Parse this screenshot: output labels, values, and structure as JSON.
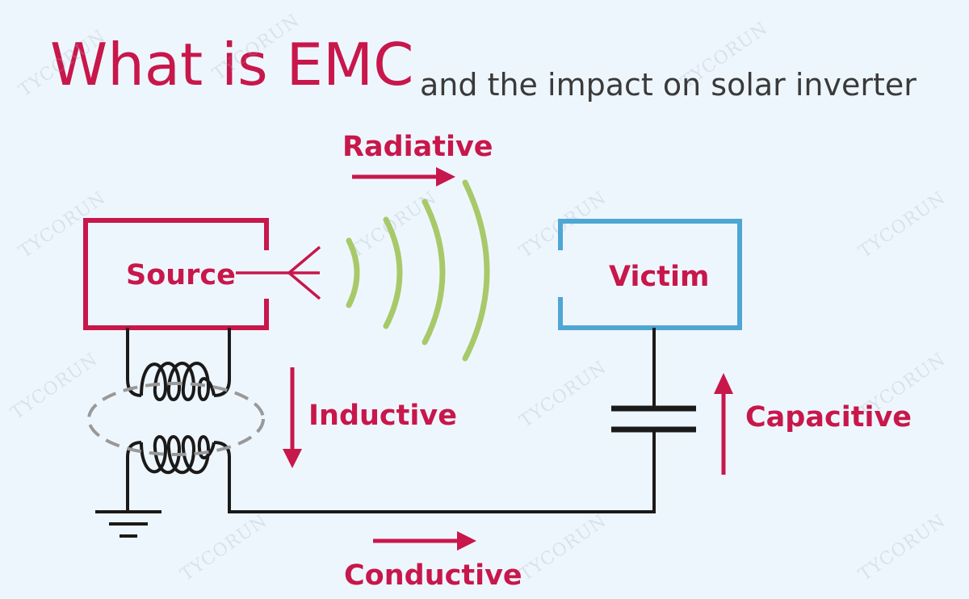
{
  "title": {
    "main": "What is EMC",
    "sub": "and the impact on solar inverter"
  },
  "labels": {
    "source": "Source",
    "victim": "Victim",
    "radiative": "Radiative",
    "inductive": "Inductive",
    "capacitive": "Capacitive",
    "conductive": "Conductive"
  },
  "watermark": "TYCORUN",
  "colors": {
    "accent": "#c8174b",
    "victim_box": "#4ea6d4",
    "waves": "#a8c96a",
    "wire": "#1a1a1a",
    "background": "#eef6fd"
  }
}
